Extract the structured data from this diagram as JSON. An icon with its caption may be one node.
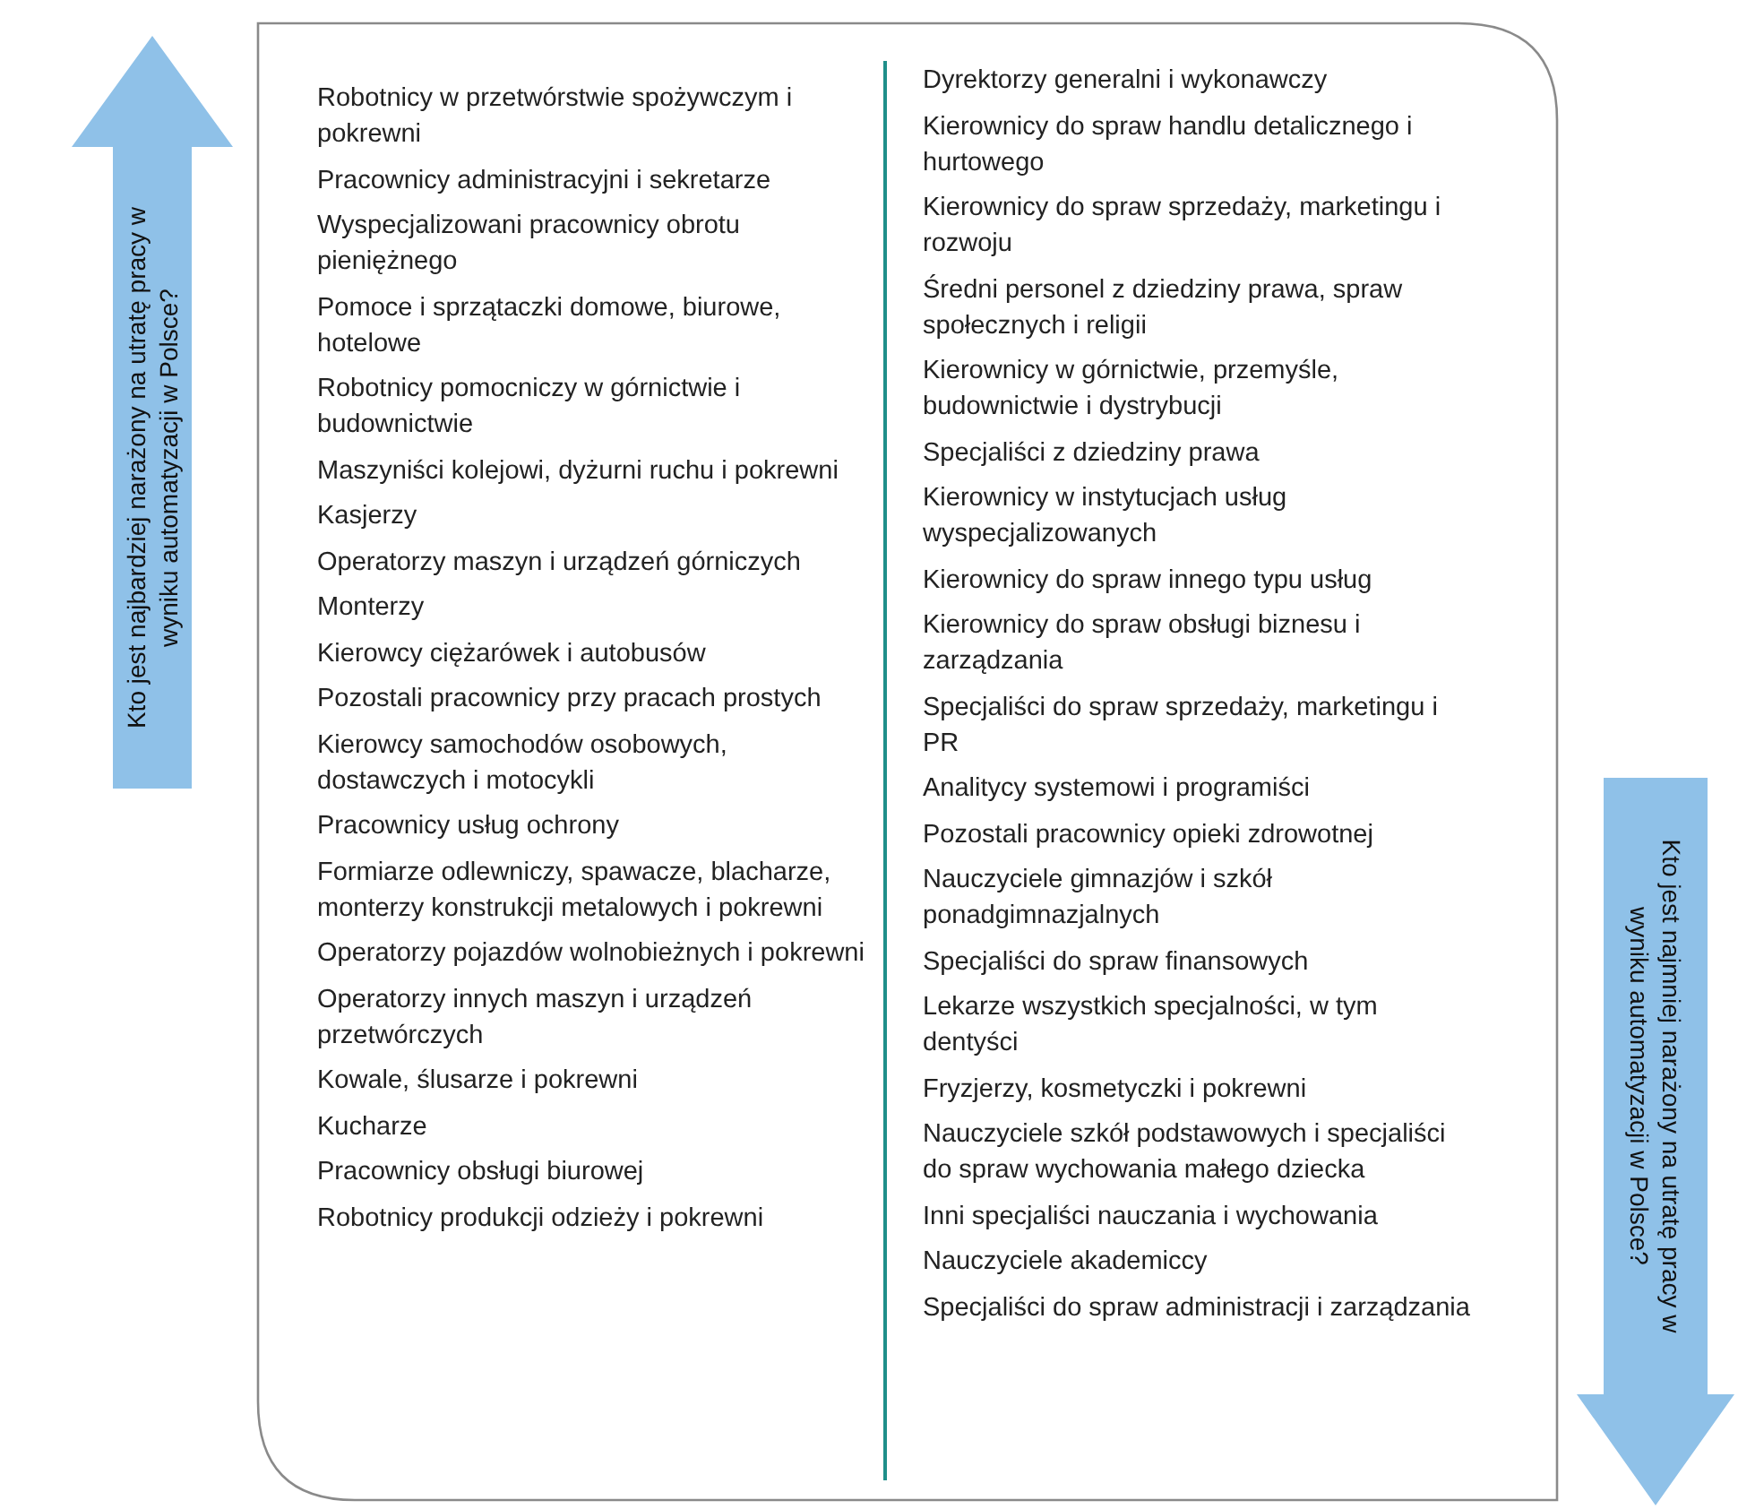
{
  "diagram": {
    "nodes": [
      {
        "text": [
          "Robotnicy w przetwórstwie spożywczym i pokrewni",
          "Pracownicy administracyjni i sekretarze",
          "Wyspecjalizowani pracownicy obrotu pieniężnego",
          "Pomoce i sprzątaczki domowe, biurowe, hotelowe",
          "Robotnicy pomocniczy w górnictwie i budownictwie",
          "Maszyniści kolejowi, dyżurni ruchu i pokrewni",
          "Kasjerzy",
          "Operatorzy maszyn i urządzeń górniczych",
          "Monterzy",
          "Kierowcy ciężarówek i autobusów",
          "Pozostali pracownicy przy pracach prostych",
          "Kierowcy samochodów osobowych, dostawczych i motocykli",
          "Pracownicy usług ochrony",
          "Formiarze odlewniczy, spawacze, blacharze, monterzy konstrukcji metalowych i pokrewni",
          "Operatorzy pojazdów wolnobieżnych i pokrewni",
          "Operatorzy innych maszyn i urządzeń przetwórczych",
          "Kowale, ślusarze i pokrewni",
          "Kucharze",
          "Pracownicy obsługi biurowej",
          "Robotnicy produkcji odzieży i pokrewni",
          "Dyrektorzy generalni i wykonawczy",
          "Kierownicy do spraw handlu detalicznego i hurtowego",
          "Kierownicy do spraw sprzedaży, marketingu i rozwoju",
          "Średni personel z dziedziny prawa, spraw społecznych i religii",
          "Kierownicy w górnictwie, przemyśle, budownictwie i dystrybucji",
          "Specjaliści z dziedziny prawa",
          "Kierownicy w instytucjach usług wyspecjalizowanych",
          "Kierownicy do spraw innego typu usług",
          "Kierownicy do spraw obsługi biznesu i zarządzania",
          "Specjaliści do spraw sprzedaży, marketingu i PR",
          "Analitycy systemowi i programiści",
          "Pozostali pracownicy opieki zdrowotnej",
          "Nauczyciele gimnazjów i szkół ponadgimnazjalnych",
          "Specjaliści do spraw finansowych",
          "Lekarze wszystkich specjalności, w tym dentyści",
          "Fryzjerzy, kosmetyczki i pokrewni",
          "Nauczyciele szkół podstawowych i specjaliści do spraw wychowania małego dziecka",
          "Inni specjaliści nauczania i wychowania",
          "Nauczyciele akademiccy",
          "Specjaliści do spraw administracji i zarządzania"
        ]
      },
      {
        "text": [
          "Kto jest najbardziej narażony na utratę pracy w wyniku automatyzacji w Polsce?"
        ]
      },
      {
        "text": [
          "Kto jest najmniej narażony na utratę pracy w wyniku automatyzacji w Polsce?"
        ]
      }
    ]
  }
}
